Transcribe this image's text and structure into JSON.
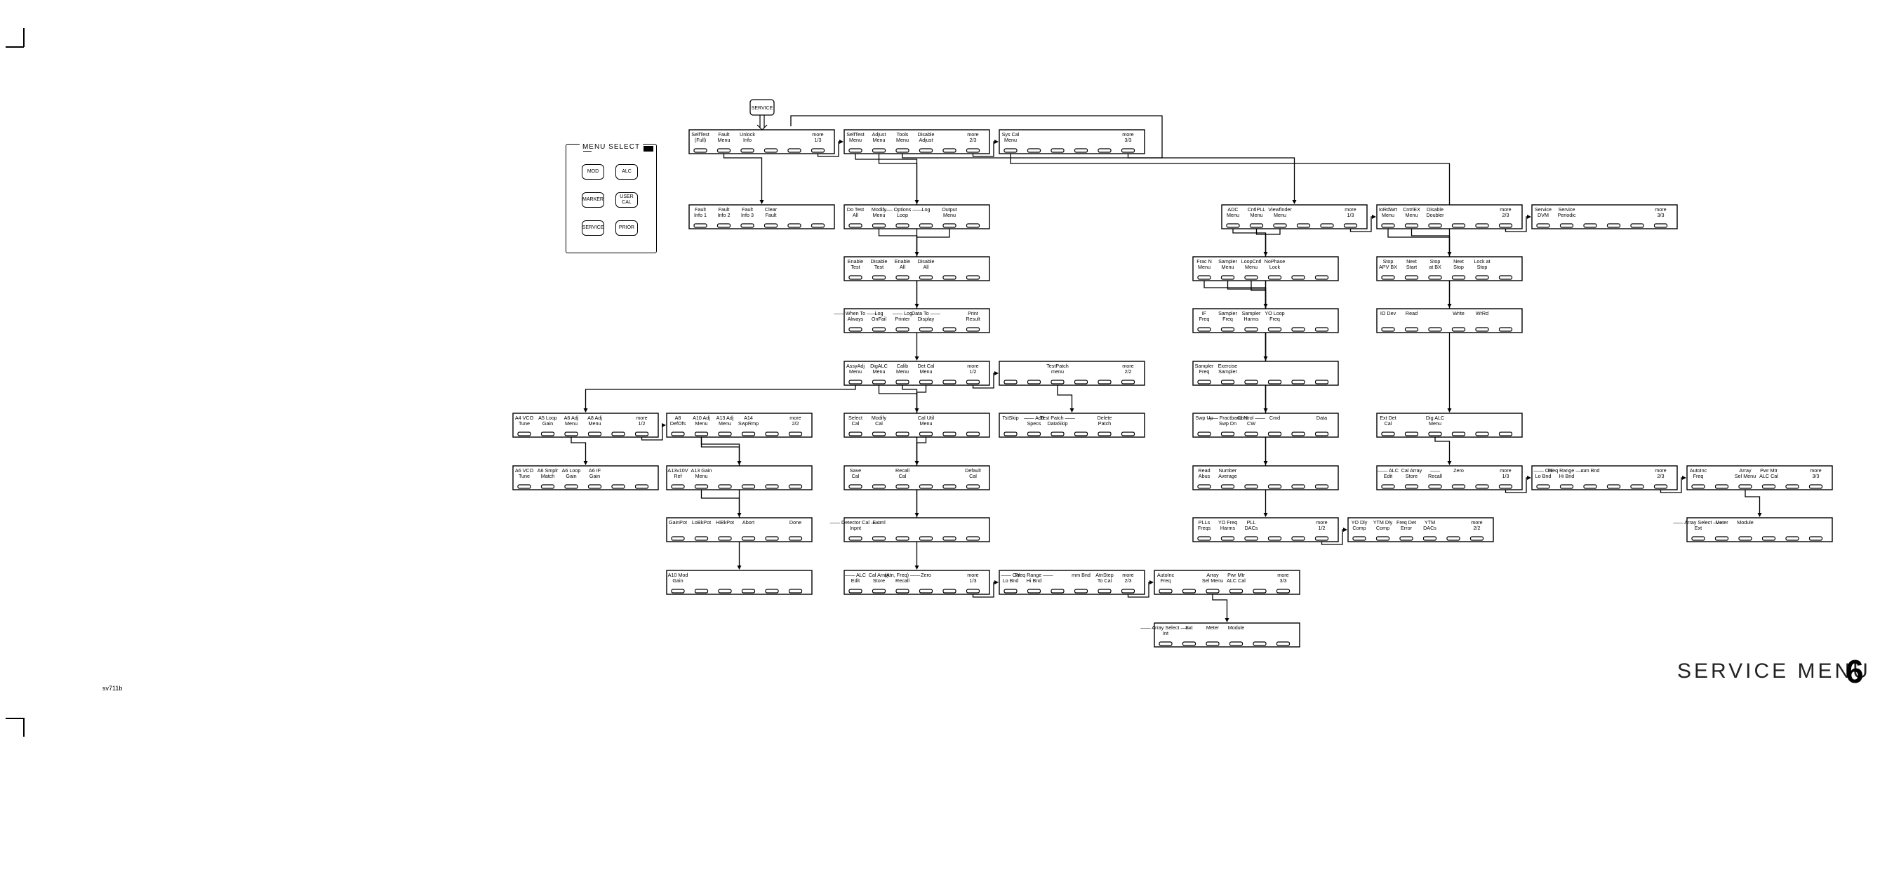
{
  "page": {
    "heading": "SERVICE MENU",
    "page_number": "6",
    "figure_id": "sv711b"
  },
  "menu_select_panel": {
    "title": "MENU SELECT",
    "keys": [
      "MOD",
      "ALC",
      "MARKER",
      "USER\nCAL",
      "SERVICE",
      "PRIOR"
    ]
  },
  "service_key": {
    "label": "SERVICE"
  },
  "menus": [
    {
      "id": "root1",
      "labels": [
        "SelfTest\n(Full)",
        "Fault\nMenu",
        "Unlock\nInfo",
        "",
        "",
        "more\n1/3"
      ]
    },
    {
      "id": "root2",
      "labels": [
        "SelfTest\nMenu",
        "Adjust\nMenu",
        "Tools\nMenu",
        "Disable\nAdjust",
        "",
        "more\n2/3"
      ]
    },
    {
      "id": "root3",
      "labels": [
        "Sys Cal\nMenu",
        "",
        "",
        "",
        "",
        "more\n3/3"
      ]
    },
    {
      "id": "fault",
      "labels": [
        "Fault\nInfo 1",
        "Fault\nInfo 2",
        "Fault\nInfo 3",
        "Clear\nFault",
        "",
        ""
      ]
    },
    {
      "id": "selftest",
      "labels": [
        "Do Test\nAll",
        "Modify\nMenu",
        "—— Options ——\nLoop",
        "Log",
        "Output\nMenu",
        ""
      ]
    },
    {
      "id": "modify",
      "labels": [
        "Enable\nTest",
        "Disable\nTest",
        "Enable\nAll",
        "Disable\nAll",
        "",
        ""
      ]
    },
    {
      "id": "output",
      "labels": [
        "—— When To ——\nAlways",
        "Log\nOnFail",
        "—— Log\nPrinter",
        "Data To ——\nDisplay",
        "",
        "Print\nResult"
      ]
    },
    {
      "id": "adjust1",
      "labels": [
        "AssyAdj\nMenu",
        "DigALC\nMenu",
        "Calib\nMenu",
        "Det Cal\nMenu",
        "",
        "more\n1/2"
      ]
    },
    {
      "id": "adjust2",
      "labels": [
        "",
        "",
        "TestPatch\nmenu",
        "",
        "",
        "more\n2/2"
      ]
    },
    {
      "id": "testpatch",
      "labels": [
        "TstSkip",
        "—— Add\nSpecs",
        "Test Patch ——\nDataSkip",
        "",
        "Delete\nPatch",
        ""
      ]
    },
    {
      "id": "assy1",
      "labels": [
        "A4 VCO\nTune",
        "A5 Loop\nGain",
        "A6 Adj\nMenu",
        "A8 Adj\nMenu",
        "",
        "more\n1/2"
      ]
    },
    {
      "id": "a6adj",
      "labels": [
        "A6 VCO\nTune",
        "A6 Smplr\nMatch",
        "A6 Loop\nGain",
        "A6 IF\nGain",
        "",
        ""
      ]
    },
    {
      "id": "assy2",
      "labels": [
        "A8\nDefOfs",
        "A10 Adj\nMenu",
        "A13 Adj\nMenu",
        "A14\nSwpRmp",
        "",
        "more\n2/2"
      ]
    },
    {
      "id": "a10adj",
      "labels": [
        "A13v10V\nRef",
        "A13 Gain\nMenu",
        "",
        "",
        "",
        ""
      ]
    },
    {
      "id": "a13gain",
      "labels": [
        "GainPot",
        "LoBkPot",
        "HiBkPot",
        "Abort",
        "",
        "Done"
      ]
    },
    {
      "id": "a10mod",
      "labels": [
        "A10 Mod\nGain",
        "",
        "",
        "",
        "",
        ""
      ]
    },
    {
      "id": "calib",
      "labels": [
        "Select\nCal",
        "Modify\nCal",
        "",
        "Cal Util\nMenu",
        "",
        ""
      ]
    },
    {
      "id": "calutil",
      "labels": [
        "Save\nCal",
        "",
        "Recall\nCal",
        "",
        "",
        "Default\nCal"
      ]
    },
    {
      "id": "detcal",
      "labels": [
        "—— Detector Cal ——\nInpnt",
        "Extrnl",
        "",
        "",
        "",
        ""
      ]
    },
    {
      "id": "digalc1",
      "labels": [
        "—— ALC\nEdit",
        "Cal Array\nStore",
        "(Atn, Freq) ——\nRecall",
        "Zero",
        "",
        "more\n1/3"
      ]
    },
    {
      "id": "digalc2",
      "labels": [
        "—— Cal\nLo Bnd",
        "Freq Range ——\nHi Bnd",
        "",
        "mm Bnd",
        "AtnStep\nTo Cal",
        "more\n2/3"
      ]
    },
    {
      "id": "digalc3",
      "labels": [
        "AutoInc\nFreq",
        "",
        "Array\nSel Menu",
        "Pwr Mtr\nALC Cal",
        "",
        "more\n3/3"
      ]
    },
    {
      "id": "arraysel",
      "labels": [
        "—— Array Select ——\nInt",
        "Ext",
        "Meter",
        "Module",
        "",
        ""
      ]
    },
    {
      "id": "tools1",
      "labels": [
        "ADC\nMenu",
        "CntlPLL\nMenu",
        "Viewfinder\nMenu",
        "",
        "",
        "more\n1/3"
      ]
    },
    {
      "id": "tools2",
      "labels": [
        "IoRdWrt\nMenu",
        "CntrlEX\nMenu",
        "Disable\nDoubler",
        "",
        "",
        "more\n2/3"
      ]
    },
    {
      "id": "tools3",
      "labels": [
        "Service\nDVM",
        "Service\nPeriodic",
        "",
        "",
        "",
        "more\n3/3"
      ]
    },
    {
      "id": "cntlpll",
      "labels": [
        "Frac N\nMenu",
        "Sampler\nMenu",
        "LoopCntl\nMenu",
        "NoPhase\nLock",
        "",
        ""
      ]
    },
    {
      "id": "fracn",
      "labels": [
        "IF\nFreq",
        "Sampler\nFreq",
        "Sampler\nHarms",
        "YO Loop\nFreq",
        "",
        ""
      ]
    },
    {
      "id": "sampler",
      "labels": [
        "Sampler\nFreq",
        "Exercise\nSampler",
        "",
        "",
        "",
        ""
      ]
    },
    {
      "id": "loopcntl",
      "labels": [
        "Swp Up",
        "—— Fractband N\nSwp Dn",
        "Control ——\nCW",
        "Cmd",
        "",
        "Data"
      ]
    },
    {
      "id": "adc",
      "labels": [
        "Read\nAbus",
        "Number\nAverage",
        "",
        "",
        "",
        ""
      ]
    },
    {
      "id": "viewfinder1",
      "labels": [
        "PLLs\nFreqs",
        "YO Freq\nHarms",
        "PLL\nDACs",
        "",
        "",
        "more\n1/2"
      ]
    },
    {
      "id": "viewfinder2",
      "labels": [
        "YO Dly\nComp",
        "YTM Dly\nComp",
        "Freq Det\nError",
        "YTM\nDACs",
        "",
        "more\n2/2"
      ]
    },
    {
      "id": "cntrlex",
      "labels": [
        "Stop\nAPV BX",
        "Next\nStart",
        "Stop\nat BX",
        "Next\nStop",
        "Lock at\nStop",
        ""
      ]
    },
    {
      "id": "iordwrt",
      "labels": [
        "IO Dev",
        "Read",
        "",
        "Write",
        "WrRd",
        ""
      ]
    },
    {
      "id": "syscal",
      "labels": [
        "Ext Det\nCal",
        "",
        "Dig ALC\nMenu",
        "",
        "",
        ""
      ]
    },
    {
      "id": "sysdig1",
      "labels": [
        "—— ALC\nEdit",
        "Cal Array\nStore",
        "——\nRecall",
        "Zero",
        "",
        "more\n1/3"
      ]
    },
    {
      "id": "sysdig2",
      "labels": [
        "—— Cal\nLo Bnd",
        "Freq Range ——\nHi Bnd",
        "mm Bnd",
        "",
        "",
        "more\n2/3"
      ]
    },
    {
      "id": "sysdig3",
      "labels": [
        "AutoInc\nFreq",
        "",
        "Array\nSel Menu",
        "Pwr Mtr\nALC Cal",
        "",
        "more\n3/3"
      ]
    },
    {
      "id": "sysarray",
      "labels": [
        "—— Array Select ——\nExt",
        "Meter",
        "Module",
        "",
        "",
        ""
      ]
    }
  ]
}
